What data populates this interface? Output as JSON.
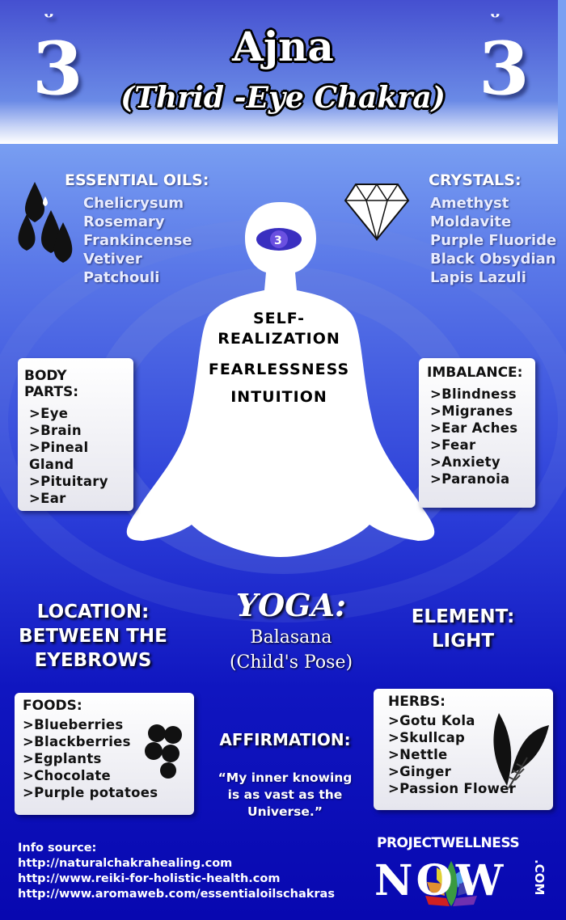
{
  "header": {
    "title": "Ajna",
    "subtitle": "(Thrid -Eye Chakra)",
    "om_symbol": "ॐ"
  },
  "essential_oils": {
    "heading": "ESSENTIAL OILS:",
    "items": [
      "Chelicrysum",
      "Rosemary",
      "Frankincense",
      "Vetiver",
      "Patchouli"
    ]
  },
  "crystals": {
    "heading": "CRYSTALS:",
    "items": [
      "Amethyst",
      "Moldavite",
      "Purple Fluoride",
      "Black Obsydian",
      "Lapis Lazuli"
    ]
  },
  "figure_text": {
    "line1": "SELF-",
    "line2": "REALIZATION",
    "line3": "FEARLESSNESS",
    "line4": "INTUITION"
  },
  "body_parts": {
    "heading": "BODY PARTS:",
    "items": [
      ">Eye",
      ">Brain",
      ">Pineal Gland",
      ">Pituitary",
      ">Ear"
    ]
  },
  "imbalance": {
    "heading": "IMBALANCE:",
    "items": [
      ">Blindness",
      ">Migranes",
      ">Ear Aches",
      ">Fear",
      ">Anxiety",
      ">Paranoia"
    ]
  },
  "location": {
    "line1": "LOCATION:",
    "line2": "BETWEEN THE",
    "line3": "EYEBROWS"
  },
  "yoga": {
    "heading": "YOGA:",
    "pose": "Balasana",
    "pose_en": "(Child's Pose)"
  },
  "element": {
    "line1": "ELEMENT:",
    "line2": "LIGHT"
  },
  "foods": {
    "heading": "FOODS:",
    "items": [
      ">Blueberries",
      ">Blackberries",
      ">Egplants",
      ">Chocolate",
      ">Purple potatoes"
    ]
  },
  "affirmation": {
    "heading": "AFFIRMATION:",
    "line1": "“My inner knowing",
    "line2": "is as vast as the",
    "line3": "Universe.”"
  },
  "herbs": {
    "heading": "HERBS:",
    "items": [
      ">Gotu Kola",
      ">Skullcap",
      ">Nettle",
      ">Ginger",
      ">Passion Flower"
    ]
  },
  "sources": {
    "heading": "Info source:",
    "links": [
      "http://naturalchakrahealing.com",
      "http://www.reiki-for-holistic-health.com",
      "http://www.aromaweb.com/essentialoilschakras"
    ]
  },
  "logo": {
    "top": "PROJECTWELLNESS",
    "main": "NOW",
    "suffix": ".COM"
  },
  "colors": {
    "chakra": "#3a2fc0",
    "box": "#f2f2f6",
    "deep_blue": "#0808b0"
  }
}
